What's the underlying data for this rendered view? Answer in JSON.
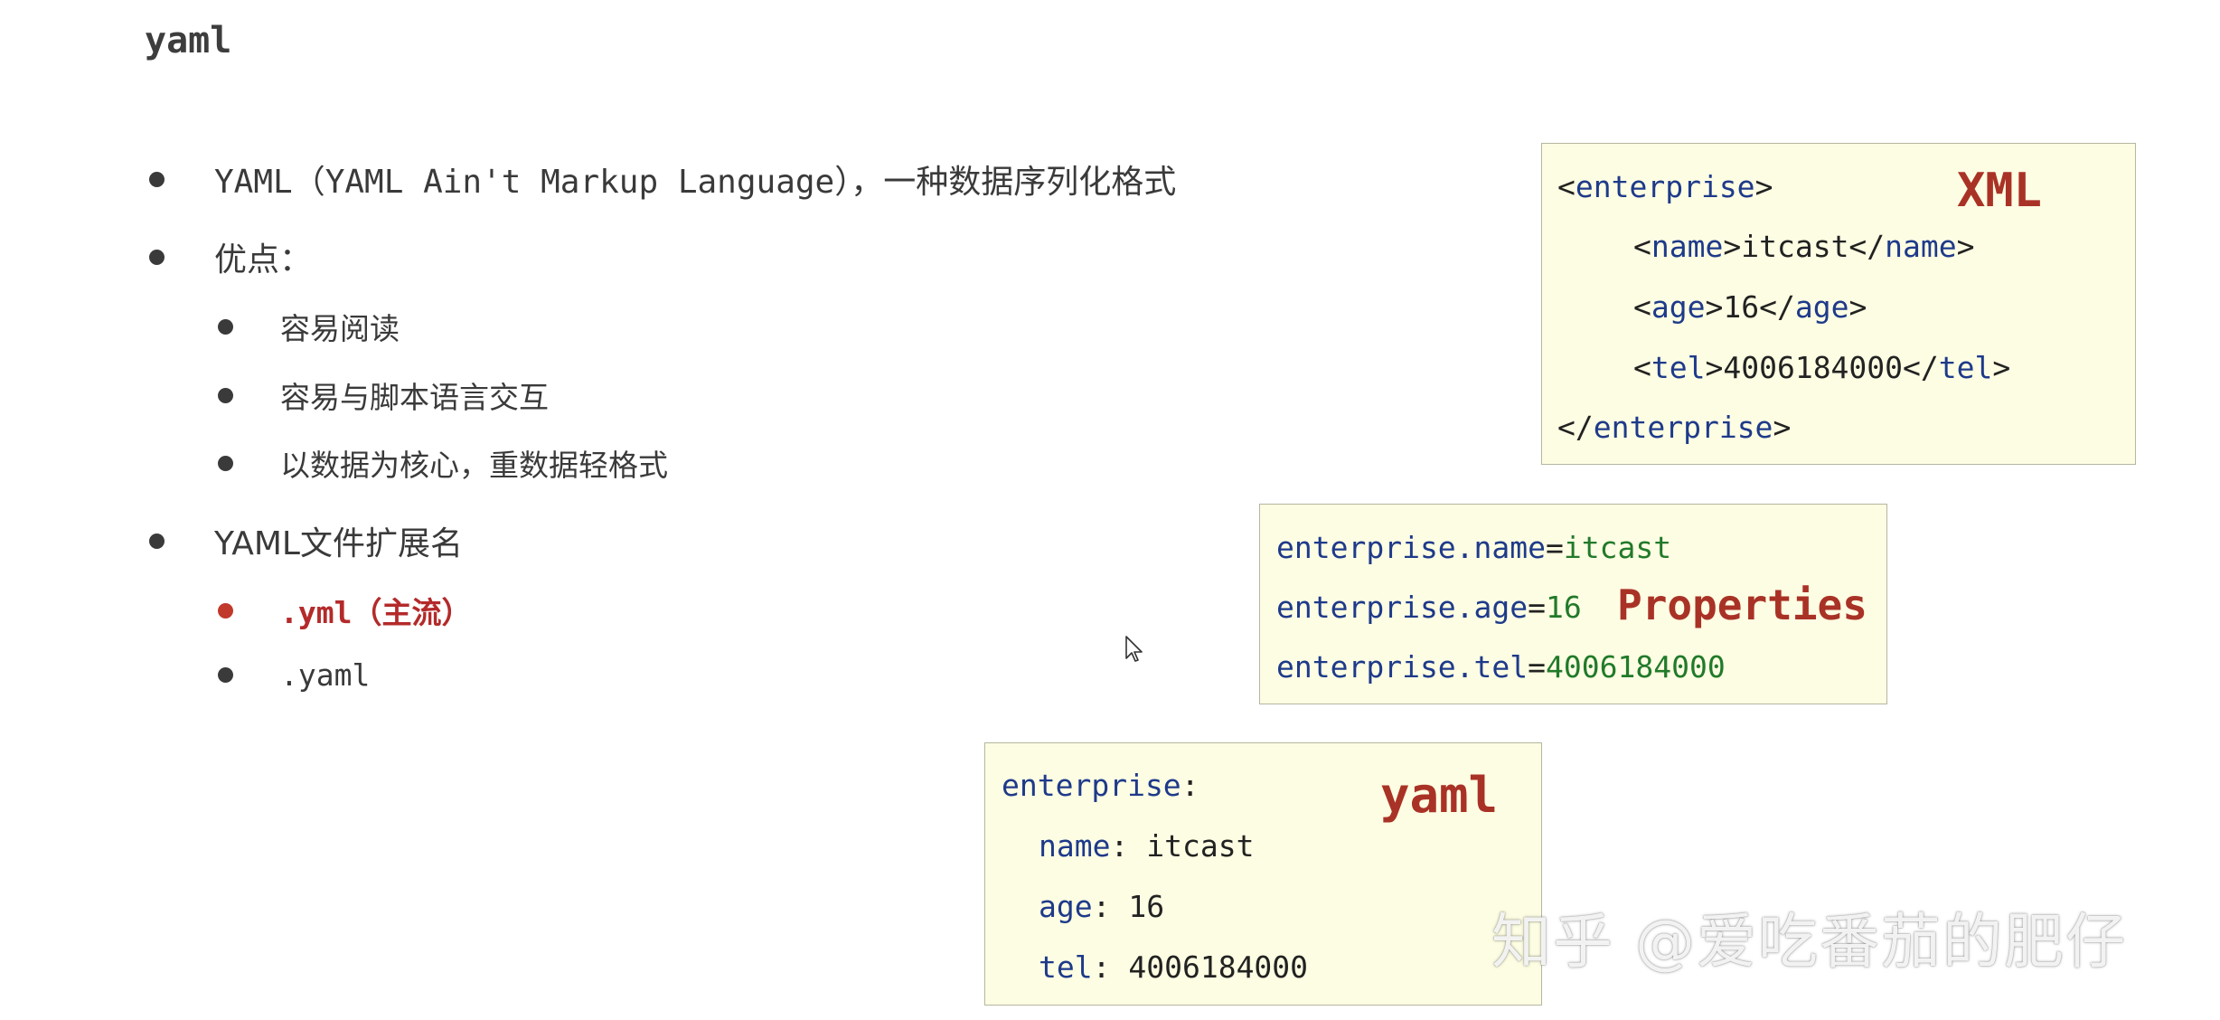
{
  "title": "yaml",
  "bullets": [
    {
      "text": "YAML（YAML Ain't Markup Language），一种数据序列化格式",
      "level": 1
    },
    {
      "text": "优点：",
      "level": 1
    },
    {
      "text": "容易阅读",
      "level": 2
    },
    {
      "text": "容易与脚本语言交互",
      "level": 2
    },
    {
      "text": "以数据为核心，重数据轻格式",
      "level": 2
    },
    {
      "text": "YAML文件扩展名",
      "level": 1
    },
    {
      "text": ".yml（主流）",
      "level": 2,
      "highlight": true
    },
    {
      "text": ".yaml",
      "level": 2
    }
  ],
  "xml_box": {
    "label": "XML",
    "lines": {
      "l1_open": "<",
      "l1_tag": "enterprise",
      "l1_close": ">",
      "l2_open": "<",
      "l2_tag": "name",
      "l2_mid": ">itcast</",
      "l2_tag2": "name",
      "l2_close": ">",
      "l3_open": "<",
      "l3_tag": "age",
      "l3_mid": ">16</",
      "l3_tag2": "age",
      "l3_close": ">",
      "l4_open": "<",
      "l4_tag": "tel",
      "l4_mid": ">4006184000</",
      "l4_tag2": "tel",
      "l4_close": ">",
      "l5_open": "</",
      "l5_tag": "enterprise",
      "l5_close": ">"
    }
  },
  "properties_box": {
    "label": "Properties",
    "lines": [
      {
        "key": "enterprise.name",
        "eq": "=",
        "value": "itcast"
      },
      {
        "key": "enterprise.age",
        "eq": "=",
        "value": "16"
      },
      {
        "key": "enterprise.tel",
        "eq": "=",
        "value": "4006184000"
      }
    ]
  },
  "yaml_box": {
    "label": "yaml",
    "root": "enterprise",
    "root_colon": ":",
    "lines": [
      {
        "key": "name",
        "colon": ": ",
        "value": "itcast"
      },
      {
        "key": "age",
        "colon": ": ",
        "value": "16"
      },
      {
        "key": "tel",
        "colon": ": ",
        "value": "4006184000"
      }
    ]
  },
  "watermark": "知乎 @爱吃番茄的肥仔",
  "colors": {
    "accent_red": "#a93226",
    "keyword_blue": "#1e3a8a",
    "value_green": "#217a2a",
    "box_bg": "#fdfde3"
  }
}
